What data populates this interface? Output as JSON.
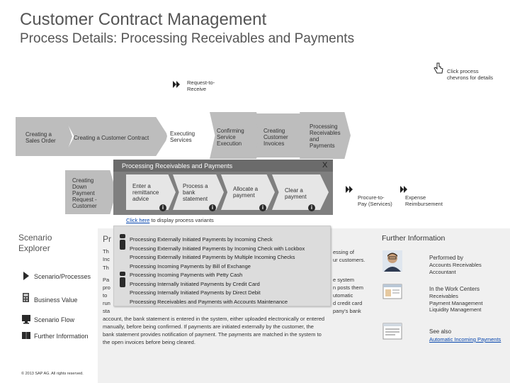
{
  "header": {
    "title": "Customer Contract Management",
    "subtitle_lead": "Process Details:",
    "subtitle_rest": " Processing Receivables and Payments",
    "hint_line1": "Click process",
    "hint_line2": "chevrons for details"
  },
  "request": {
    "line1": "Request-to-",
    "line2": "Receive"
  },
  "process_steps": [
    {
      "line1": "Creating a",
      "line2": "Sales Order",
      "line3": "",
      "line4": ""
    },
    {
      "line1": "Creating a Customer Contract",
      "line2": "",
      "line3": "",
      "line4": ""
    },
    {
      "line1": "Executing",
      "line2": "Services",
      "line3": "",
      "line4": ""
    },
    {
      "line1": "Confirming",
      "line2": "Service",
      "line3": "Execution",
      "line4": ""
    },
    {
      "line1": "Creating",
      "line2": "Customer",
      "line3": "Invoices",
      "line4": ""
    },
    {
      "line1": "Processing",
      "line2": "Receivables",
      "line3": "and",
      "line4": "Payments"
    }
  ],
  "detail": {
    "title": "Processing Receivables and Payments",
    "close": "X",
    "left_label": [
      "Creating",
      "Down",
      "Payment",
      "Request -",
      "Customer"
    ],
    "steps": [
      {
        "line1": "Enter a",
        "line2": "remittance",
        "line3": "advice"
      },
      {
        "line1": "Process a",
        "line2": "bank",
        "line3": "statement"
      },
      {
        "line1": "Allocate a",
        "line2": "payment",
        "line3": ""
      },
      {
        "line1": "Clear a",
        "line2": "payment",
        "line3": ""
      }
    ],
    "info_glyph": "i",
    "next": [
      {
        "line1": "Procure-to-",
        "line2": "Pay (Services)"
      },
      {
        "line1": "Expense",
        "line2": "Reimbursement"
      }
    ]
  },
  "variants_link": {
    "link": "Click here",
    "rest": " to display process variants"
  },
  "explorer": {
    "heading1": "Scenario",
    "heading2": "Explorer",
    "items": [
      "Scenario/Processes",
      "Business Value",
      "Scenario Flow",
      "Further Information"
    ],
    "copyright": "© 2013 SAP AG. All rights reserved."
  },
  "variants_popup": [
    "Processing Externally Initiated Payments by Incoming Check",
    "Processing Externally Initiated Payments by Incoming Check with Lockbox",
    "Processing Externally Initiated Payments by Multiple Incoming Checks",
    "Processing Incoming Payments by Bill of Exchange",
    "Processing Incoming Payments with Petty Cash",
    "Processing Internally Initiated Payments by Credit Card",
    "Processing Internally Initiated Payments by Direct Debit",
    "Processing Receivables and Payments with Accounts Maintenance"
  ],
  "main_text": {
    "heading_frag": "Pr",
    "left_frags": [
      "Th",
      "Inc",
      "Th",
      "",
      "Pa",
      "pro",
      "to",
      "run",
      "sta"
    ],
    "right_frags": [
      "essing of",
      "ur customers.",
      "",
      "",
      "e system",
      "n posts them",
      "utomatic",
      "d credit card",
      "pany's bank"
    ],
    "lines": [
      "account, the bank statement is entered in the system, either uploaded electronically or entered",
      "manually, before being confirmed. If payments are initiated externally by the customer, the",
      "bank statement provides notification of payment. The payments are matched in the system to",
      "the open invoices before being cleared."
    ]
  },
  "further": {
    "heading": "Further Information",
    "performed_label": "Performed by",
    "performed_lines": [
      "Accounts Receivables",
      "Accountant"
    ],
    "work_label": "In the Work Centers",
    "work_lines": [
      "Receivables",
      "Payment Management",
      "Liquidity Management"
    ],
    "see_label": "See also",
    "see_link": "Automatic Incoming Payments"
  },
  "colors": {
    "chevron": "#bdbdbd",
    "panel": "#7f7f7f",
    "link": "#0645ad",
    "accent_dark": "#2b2b2b"
  }
}
